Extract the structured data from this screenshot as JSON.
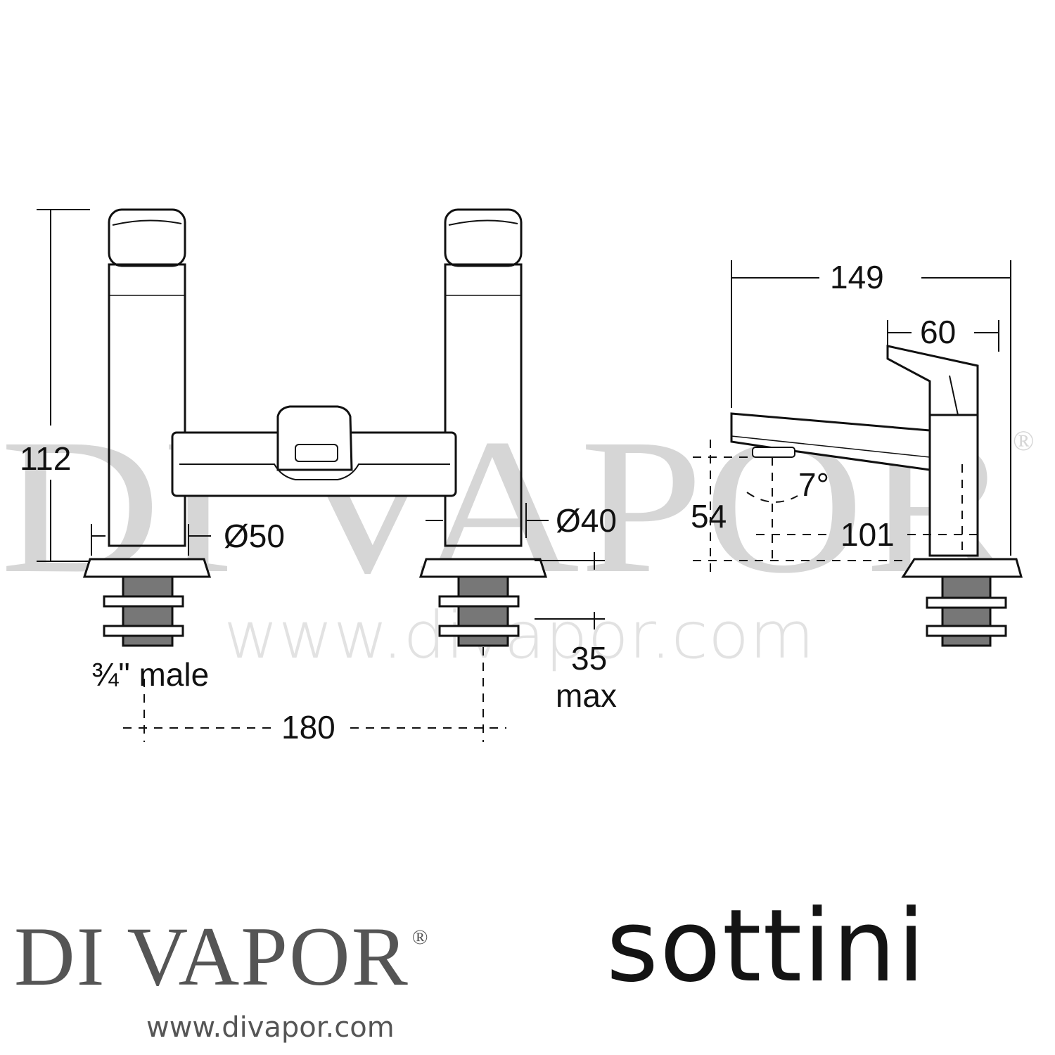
{
  "watermark": {
    "brand": "DI VAPOR",
    "registered": "®",
    "url": "www.divapor.com"
  },
  "front_view": {
    "height_label": "112",
    "diameter_left_label": "Ø50",
    "diameter_right_label": "Ø40",
    "thread_label": "¾\" male",
    "centres_label": "180",
    "max_length_value": "35",
    "max_length_unit": "max"
  },
  "side_view": {
    "depth_label": "149",
    "handle_label": "60",
    "angle_label": "7°",
    "spout_height_label": "54",
    "spout_reach_label": "101"
  },
  "footer": {
    "brand_logo": "DI VAPOR",
    "brand_registered": "®",
    "brand_url": "www.divapor.com",
    "partner_logo": "sottini"
  }
}
